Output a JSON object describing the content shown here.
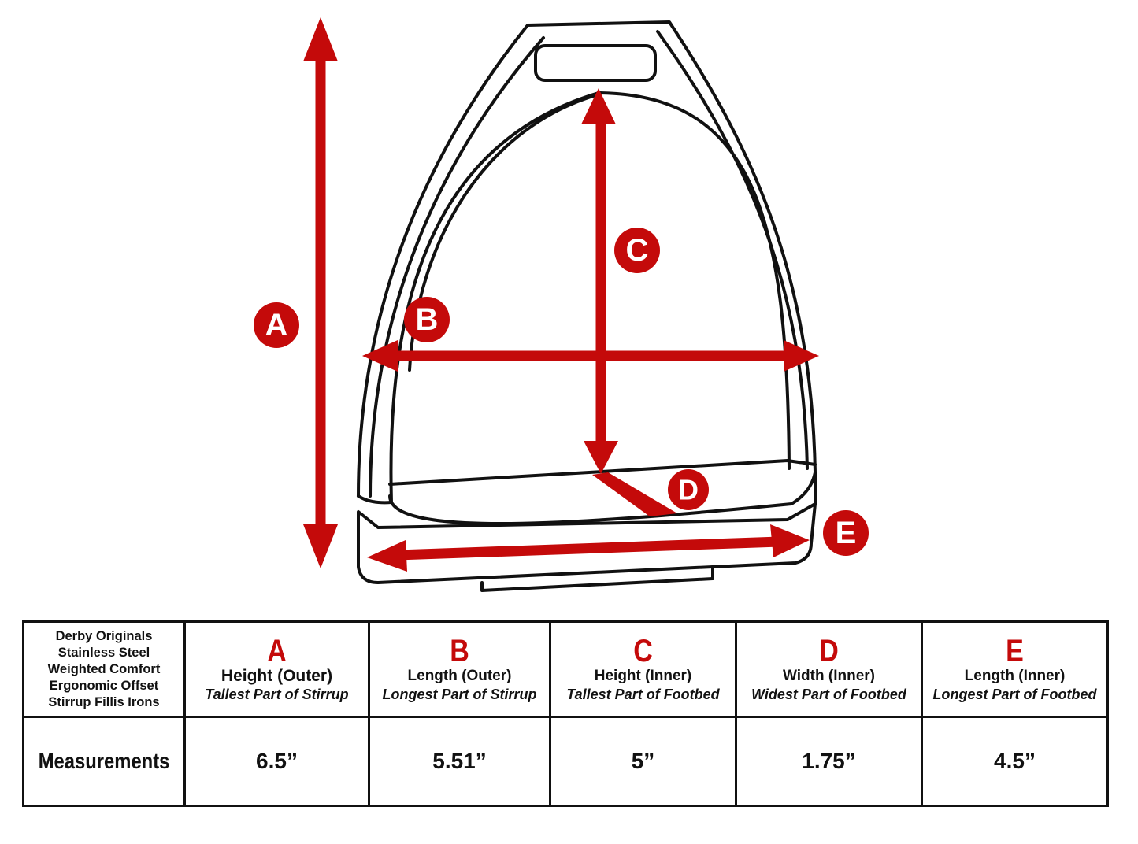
{
  "diagram": {
    "labels": [
      "A",
      "B",
      "C",
      "D",
      "E"
    ],
    "arrow_color": "#c40a0a",
    "outline_color": "#111111"
  },
  "table": {
    "product": [
      "Derby Originals",
      "Stainless Steel",
      "Weighted Comfort",
      "Ergonomic Offset",
      "Stirrup Fillis Irons"
    ],
    "columns": [
      {
        "letter": "A",
        "title": "Height (Outer)",
        "subtitle": "Tallest Part of Stirrup"
      },
      {
        "letter": "B",
        "title": "Length (Outer)",
        "subtitle": "Longest Part of Stirrup"
      },
      {
        "letter": "C",
        "title": "Height (Inner)",
        "subtitle": "Tallest Part of Footbed"
      },
      {
        "letter": "D",
        "title": "Width (Inner)",
        "subtitle": "Widest Part of Footbed"
      },
      {
        "letter": "E",
        "title": "Length (Inner)",
        "subtitle": "Longest Part of Footbed"
      }
    ],
    "row_label": "Measurements",
    "values": [
      "6.5”",
      "5.51”",
      "5”",
      "1.75”",
      "4.5”"
    ]
  }
}
